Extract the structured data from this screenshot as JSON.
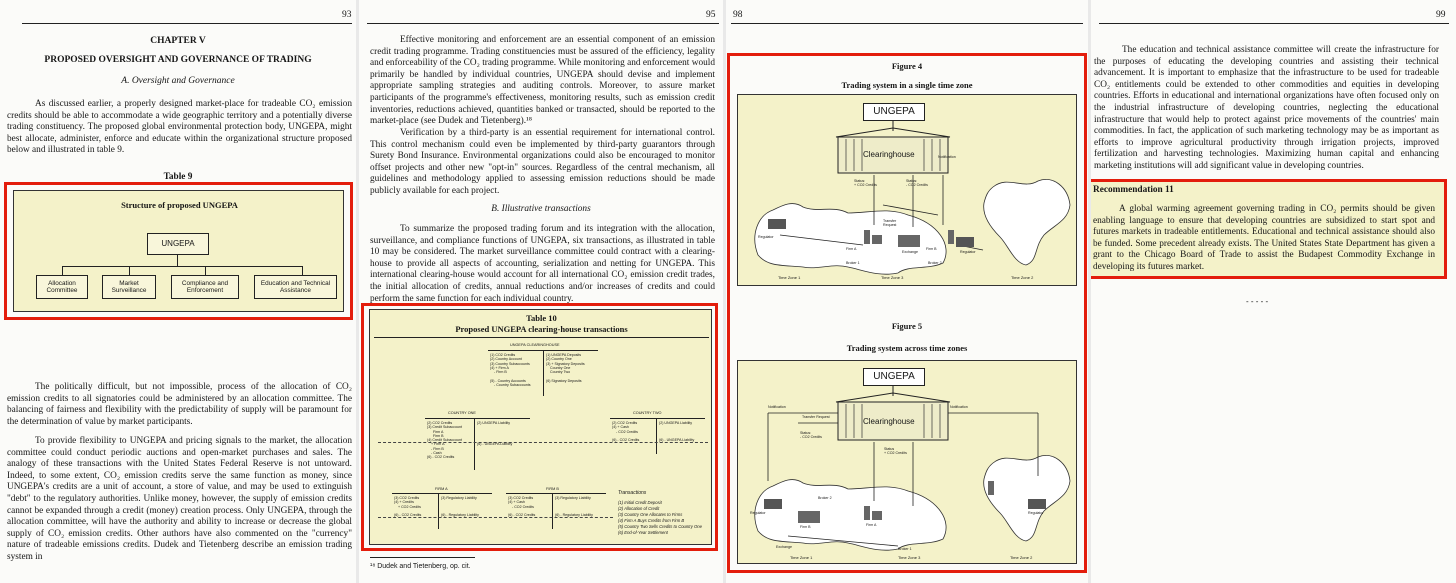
{
  "pages": {
    "p93": {
      "number": "93",
      "chapter": "CHAPTER V",
      "title": "PROPOSED OVERSIGHT AND GOVERNANCE OF TRADING",
      "section": "A.  Oversight and Governance",
      "para1": "As discussed earlier, a properly designed market-place for tradeable CO₂ emission credits should be able to accommodate a wide geographic territory and a potentially diverse trading constituency. The proposed global environmental protection body, UNGEPA, might best allocate, administer, enforce and educate within the organizational structure proposed below and illustrated in table 9.",
      "table_label": "Table 9",
      "table_title": "Structure of proposed UNGEPA",
      "org_root": "UNGEPA",
      "org_children": [
        "Allocation\nCommittee",
        "Market\nSurveillance",
        "Compliance and\nEnforcement",
        "Education and Technical\nAssistance"
      ],
      "para2": "The politically difficult, but not impossible, process of the allocation of CO₂ emission credits to all signatories could be administered by an allocation committee. The balancing of fairness and flexibility with the predictability of supply will be paramount for the determination of value by market participants.",
      "para3": "To provide flexibility to UNGEPA and pricing signals to the market, the allocation committee could conduct periodic auctions and open-market purchases and sales. The analogy of these transactions with the United States Federal Reserve is not untoward. Indeed, to some extent, CO₂ emission credits serve the same function as money, since UNGEPA's credits are a unit of account, a store of value, and may be used to extinguish \"debt\" to the regulatory authorities. Unlike money, however, the supply of emission credits cannot be expanded through a credit (money) creation process. Only UNGEPA, through the allocation committee, will have the authority and ability to increase or decrease the global supply of CO₂ emission credits. Other authors have also commented on the \"currency\" nature of tradeable emissions credits. Dudek and Tietenberg describe an emission trading system in"
    },
    "p95": {
      "number": "95",
      "para1": "Effective monitoring and enforcement are an essential component of an emission credit trading programme. Trading constituencies must be assured of the efficiency, legality and enforceability of the CO₂ trading programme. While monitoring and enforcement would primarily be handled by individual countries, UNGEPA should devise and implement appropriate sampling strategies and auditing controls. Moreover, to assure market participants of the programme's effectiveness, monitoring results, such as emission credit inventories, reductions achieved, quantities banked or transacted, should be reported to the market-place (see Dudek and Tietenberg).¹⁸",
      "para2": "Verification by a third-party is an essential requirement for international control. This control mechanism could even be implemented by third-party guarantors through Surety Bond Insurance. Environmental organizations could also be encouraged to monitor offset projects and other new \"opt-in\" sources. Regardless of the central mechanism, all guidelines and methodology applied to assessing emission reductions should be made publicly available for each project.",
      "section": "B.  Illustrative transactions",
      "para3": "To summarize the proposed trading forum and its integration with the allocation, surveillance, and compliance functions of UNGEPA, six transactions, as illustrated in table 10 may be considered. The market surveillance committee could contract with a clearing-house to provide all aspects of accounting, serialization and netting for UNGEPA. This international clearing-house would account for all international CO₂ emission credit trades, the initial allocation of credits, annual reductions and/or increases of credits and could perform the same function for each individual country.",
      "table_label": "Table 10",
      "table_title": "Proposed UNGEPA clearing-house transactions",
      "clearinghouse_label": "UNGEPA CLEARINGHOUSE",
      "country_one": "COUNTRY ONE",
      "country_two": "COUNTRY TWO",
      "firm_a": "FIRM A",
      "firm_b": "FIRM B",
      "legend_title": "Transactions",
      "legend": [
        "(1) Initial Credit Deposit",
        "(2) Allocation of Credit",
        "(3) Country One Allocates to Firms",
        "(4) Firm A Buys Credits from Firm B",
        "(5) Country Two Sells Credits to Country One",
        "(6) End-of-Year Settlement"
      ],
      "footnote": "¹⁸  Dudek and Tietenberg, op. cit."
    },
    "p98": {
      "number": "98",
      "fig4_label": "Figure 4",
      "fig4_title": "Trading system in a single time zone",
      "fig5_label": "Figure 5",
      "fig5_title": "Trading system across time zones",
      "ungepa": "UNGEPA",
      "clearinghouse": "Clearinghouse",
      "time_zones": [
        "Time Zone 1",
        "Time Zone 3",
        "Time Zone 2"
      ]
    },
    "p99": {
      "number": "99",
      "para1": "The education and technical assistance committee will create the infrastructure for the purposes of educating the developing countries and assisting their technical advancement. It is important to emphasize that the infrastructure to be used for tradeable CO₂ entitlements could be extended to other commodities and equities in developing countries. Efforts in educational and international organizations have often focused only on the industrial infrastructure of developing countries, neglecting the educational infrastructure that would help to protect against price movements of the countries' main commodities. In fact, the application of such marketing technology may be as important as efforts to improve agricultural productivity through irrigation projects, improved fertilization and harvesting technologies. Maximizing human capital and enhancing marketing institutions will add significant value in developing countries.",
      "rec_title": "Recommendation 11",
      "rec_text": "A global warming agreement governing trading in CO₂ permits should be given enabling language to ensure that developing countries are subsidized to start spot and futures markets in tradeable entitlements. Educational and technical assistance should also be funded. Some precedent already exists. The United States State Department has given a grant to the Chicago Board of Trade to assist the Budapest Commodity Exchange in developing its futures market.",
      "dashes": "- - - - -"
    }
  },
  "colors": {
    "highlight": "#e31d0c",
    "figure_bg": "#f4f2c9"
  }
}
